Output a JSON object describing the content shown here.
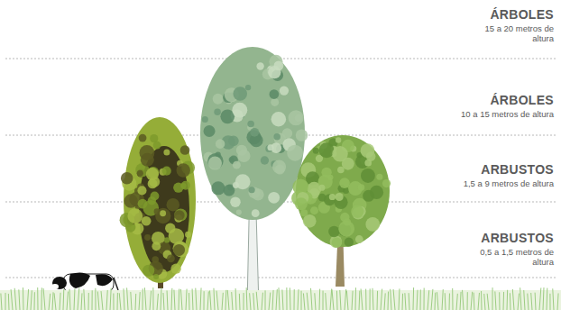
{
  "diagram": {
    "labels": [
      "ÁRBOLES",
      "15 a 20 metros de altura",
      "ÁRBOLES",
      "10 a 15 metros de altura",
      "ARBUSTOS",
      "1,5 a 9 metros de altura",
      "ARBUSTOS",
      "0,5 a 1,5 metros de altura"
    ]
  }
}
